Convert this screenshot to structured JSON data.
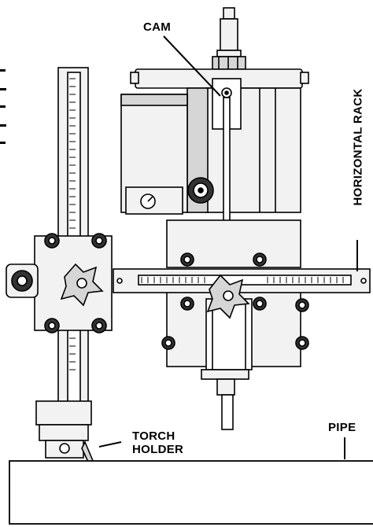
{
  "labels": {
    "cam": "CAM",
    "horizontal_rack": "HORIZONTAL RACK",
    "torch_holder_line1": "TORCH",
    "torch_holder_line2": "HOLDER",
    "pipe": "PIPE"
  },
  "colors": {
    "ink": "#000000",
    "paper": "#ffffff",
    "metal_light": "#f2f2f2",
    "metal_mid": "#d6d6d6",
    "metal_dark": "#9a9a9a"
  }
}
